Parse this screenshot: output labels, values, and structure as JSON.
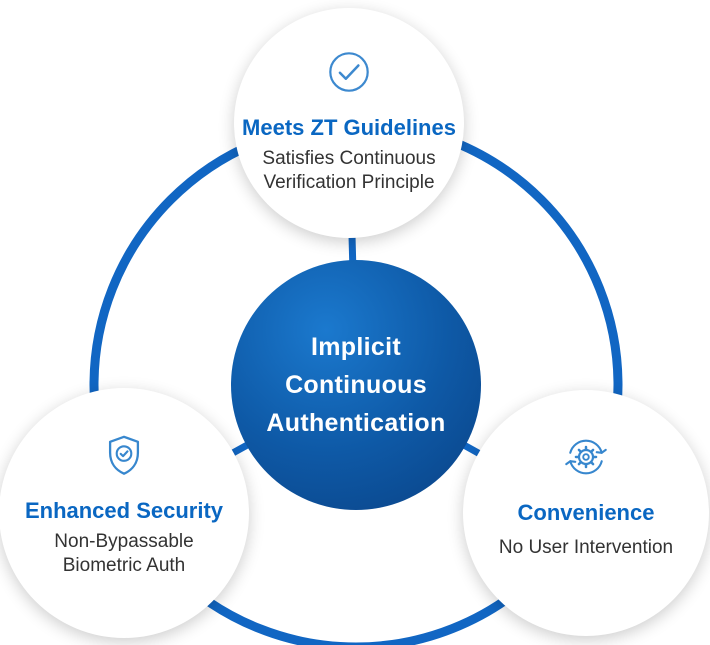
{
  "colors": {
    "ring_blue": "#1166C3",
    "title_blue": "#0A67C2",
    "icon_blue": "#3787CE",
    "center_gradient_top": "#1B79CE",
    "center_gradient_bottom": "#0A4184",
    "subtitle_gray": "#333333"
  },
  "center": {
    "lines": [
      "Implicit",
      "Continuous",
      "Authentication"
    ]
  },
  "nodes": {
    "top": {
      "icon": "check-circle-icon",
      "title": "Meets ZT Guidelines",
      "subtitle_lines": [
        "Satisfies Continuous",
        "Verification Principle"
      ]
    },
    "left": {
      "icon": "shield-check-icon",
      "title": "Enhanced Security",
      "subtitle_lines": [
        "Non-Bypassable",
        "Biometric Auth"
      ]
    },
    "right": {
      "icon": "gear-sync-icon",
      "title": "Convenience",
      "subtitle_lines": [
        "No User Intervention"
      ]
    }
  }
}
